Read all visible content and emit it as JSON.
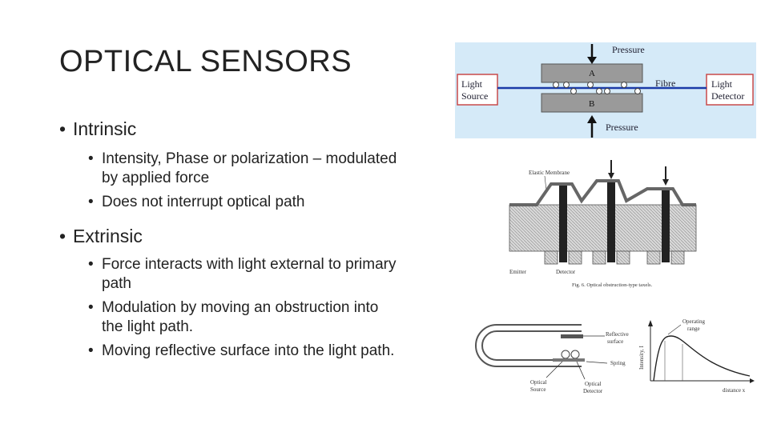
{
  "slide": {
    "title": "OPTICAL SENSORS",
    "bullets": [
      {
        "text": "Intrinsic",
        "children": [
          "Intensity, Phase or polarization – modulated",
          "by applied force",
          "Does not interrupt optical path"
        ]
      },
      {
        "text": "Extrinsic",
        "children": [
          "Force interacts with light external to primary",
          "path",
          "Modulation by moving an obstruction into",
          "the light path.",
          "Moving reflective surface into the light path."
        ]
      }
    ]
  },
  "figure_top": {
    "pressure_top": "Pressure",
    "pressure_bottom": "Pressure",
    "plate_a": "A",
    "plate_b": "B",
    "fibre": "Fibre",
    "light_source_1": "Light",
    "light_source_2": "Source",
    "light_detector_1": "Light",
    "light_detector_2": "Detector",
    "colors": {
      "background": "#d5eaf8",
      "fibre": "#1a3aa8",
      "box_border": "#c84a4a"
    }
  },
  "figure_middle": {
    "elastic_membrane": "Elastic Membrane",
    "emitter": "Emitter",
    "detector": "Detector",
    "caption": "Fig. 6. Optical obstruction-type taxels."
  },
  "figure_bottom": {
    "reflective_1": "Reflective",
    "reflective_2": "surface",
    "spring": "Spring",
    "optical_source_1": "Optical",
    "optical_source_2": "Source",
    "optical_detector_1": "Optical",
    "optical_detector_2": "Detector",
    "operating_1": "Operating",
    "operating_2": "range",
    "y_axis": "Intensity, I",
    "x_axis": "distance x"
  }
}
